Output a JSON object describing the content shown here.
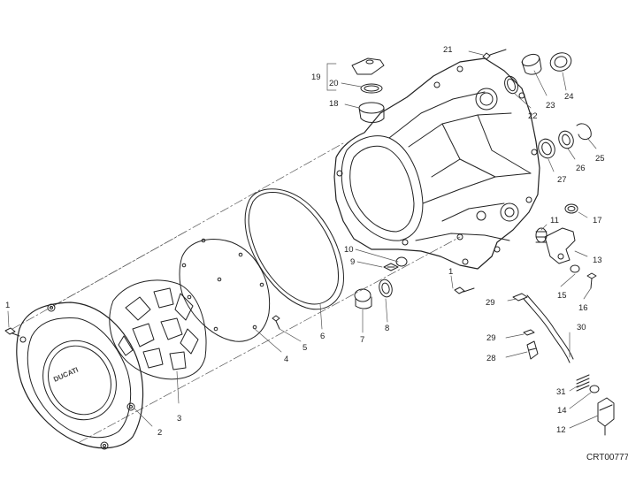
{
  "diagram": {
    "reference_code": "CRT00777",
    "brand_mark": "DUCATI",
    "part_labels": {
      "p1a": "1",
      "p1b": "1",
      "p2": "2",
      "p3": "3",
      "p4": "4",
      "p5": "5",
      "p6": "6",
      "p7": "7",
      "p8": "8",
      "p9": "9",
      "p10": "10",
      "p11": "11",
      "p12": "12",
      "p13": "13",
      "p14": "14",
      "p15": "15",
      "p16": "16",
      "p17": "17",
      "p18": "18",
      "p19": "19",
      "p20": "20",
      "p21": "21",
      "p22": "22",
      "p23": "23",
      "p24": "24",
      "p25": "25",
      "p26": "26",
      "p27": "27",
      "p28": "28",
      "p29a": "29",
      "p29b": "29",
      "p30": "30",
      "p31": "31"
    }
  }
}
